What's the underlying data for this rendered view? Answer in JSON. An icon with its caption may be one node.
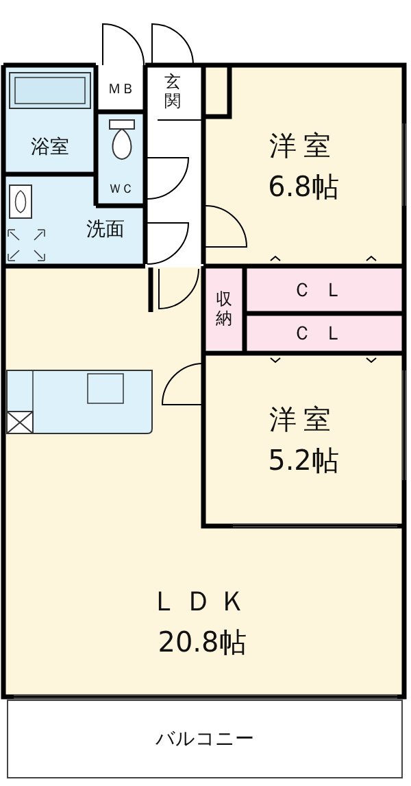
{
  "diagram": {
    "nodes": [
      {
        "text": [
          "浴室"
        ]
      },
      {
        "text": [
          "ＭＢ"
        ]
      },
      {
        "text": [
          "玄関"
        ]
      },
      {
        "text": [
          "ＷＣ"
        ]
      },
      {
        "text": [
          "洗面"
        ]
      },
      {
        "text": [
          "洋室",
          "6.8帖"
        ]
      },
      {
        "text": [
          "収納"
        ]
      },
      {
        "text": [
          "ＣＬ"
        ]
      },
      {
        "text": [
          "ＣＬ"
        ]
      },
      {
        "text": [
          "洋室",
          "5.2帖"
        ]
      },
      {
        "text": [
          "ＬＤＫ",
          "20.8帖"
        ]
      },
      {
        "text": [
          "バルコニー"
        ]
      }
    ]
  }
}
